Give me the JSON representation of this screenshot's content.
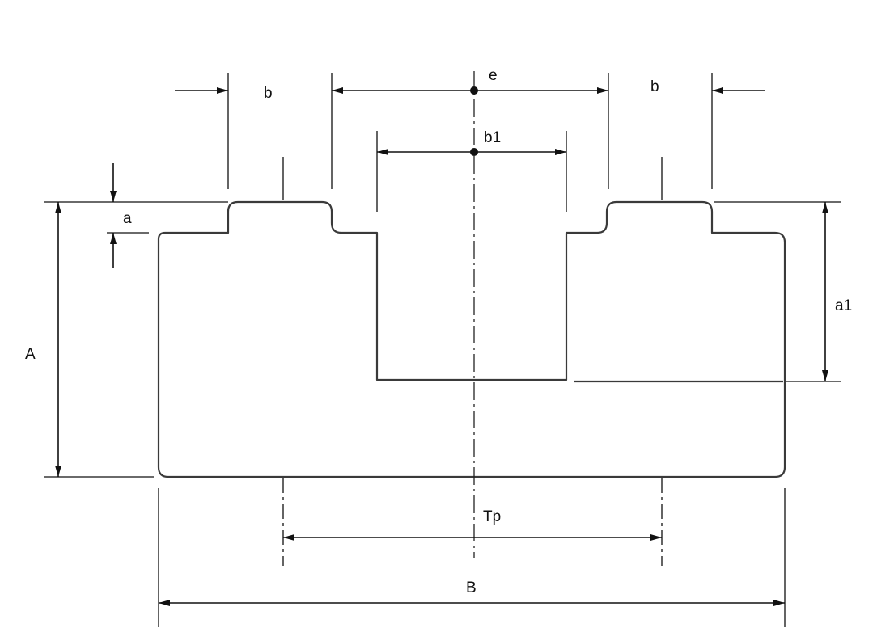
{
  "labels": {
    "b_left": "b",
    "b_right": "b",
    "e": "e",
    "b1": "b1",
    "a": "a",
    "a1": "a1",
    "A": "A",
    "Tp": "Tp",
    "B": "B"
  }
}
